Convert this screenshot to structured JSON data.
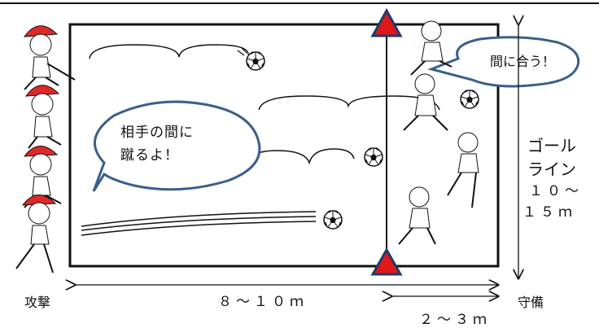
{
  "bubbles": {
    "left": {
      "line1": "相手の間に",
      "line2": "蹴るよ！"
    },
    "right": {
      "text": "間に合う！"
    }
  },
  "labels": {
    "attack": "攻撃",
    "defense": "守備",
    "goal_line": [
      "ゴール",
      "ライン",
      "１０～",
      "１５ｍ"
    ],
    "width_main": "８～１０ｍ",
    "width_zone": "２～３ｍ"
  },
  "colors": {
    "bubble_fill": "#ffffff",
    "bubble_stroke": "#3a5f8a",
    "cone": "#e01818",
    "cone_stroke": "#1f3a6b",
    "cap": "#e02828"
  }
}
